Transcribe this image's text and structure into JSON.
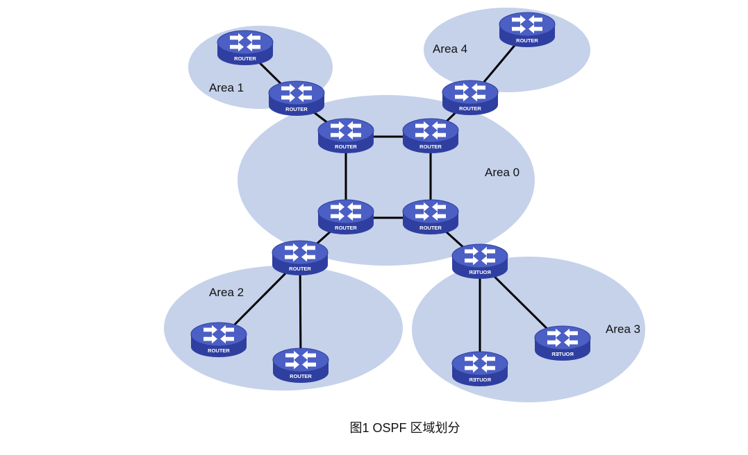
{
  "caption": "图1 OSPF 区域划分",
  "areas": [
    {
      "id": "area0",
      "label": "Area 0"
    },
    {
      "id": "area1",
      "label": "Area 1"
    },
    {
      "id": "area2",
      "label": "Area 2"
    },
    {
      "id": "area3",
      "label": "Area 3"
    },
    {
      "id": "area4",
      "label": "Area 4"
    }
  ],
  "routers": [
    {
      "id": "r-a1",
      "label": "ROUTER"
    },
    {
      "id": "r-abr1",
      "label": "ROUTER"
    },
    {
      "id": "r-a4",
      "label": "ROUTER"
    },
    {
      "id": "r-abr4",
      "label": "ROUTER"
    },
    {
      "id": "r-bb-tl",
      "label": "ROUTER"
    },
    {
      "id": "r-bb-tr",
      "label": "ROUTER"
    },
    {
      "id": "r-bb-bl",
      "label": "ROUTER"
    },
    {
      "id": "r-bb-br",
      "label": "ROUTER"
    },
    {
      "id": "r-abr2",
      "label": "ROUTER"
    },
    {
      "id": "r-a2-left",
      "label": "ROUTER"
    },
    {
      "id": "r-a2-bottom",
      "label": "ROUTER"
    },
    {
      "id": "r-abr3",
      "label": "ROUTER"
    },
    {
      "id": "r-a3-right",
      "label": "ROUTER"
    },
    {
      "id": "r-a3-bottom",
      "label": "ROUTER"
    }
  ],
  "links": [
    [
      "r-a1",
      "r-abr1"
    ],
    [
      "r-abr1",
      "r-bb-tl"
    ],
    [
      "r-a4",
      "r-abr4"
    ],
    [
      "r-abr4",
      "r-bb-tr"
    ],
    [
      "r-bb-tl",
      "r-bb-tr"
    ],
    [
      "r-bb-tl",
      "r-bb-bl"
    ],
    [
      "r-bb-tr",
      "r-bb-br"
    ],
    [
      "r-bb-bl",
      "r-bb-br"
    ],
    [
      "r-bb-bl",
      "r-abr2"
    ],
    [
      "r-bb-br",
      "r-abr3"
    ],
    [
      "r-abr2",
      "r-a2-left"
    ],
    [
      "r-abr2",
      "r-a2-bottom"
    ],
    [
      "r-abr3",
      "r-a3-right"
    ],
    [
      "r-abr3",
      "r-a3-bottom"
    ]
  ],
  "colors": {
    "area_fill": "#c5d2ea",
    "router_body": "#2f3fa0",
    "router_top": "#4b5fc4",
    "link": "#000000"
  }
}
